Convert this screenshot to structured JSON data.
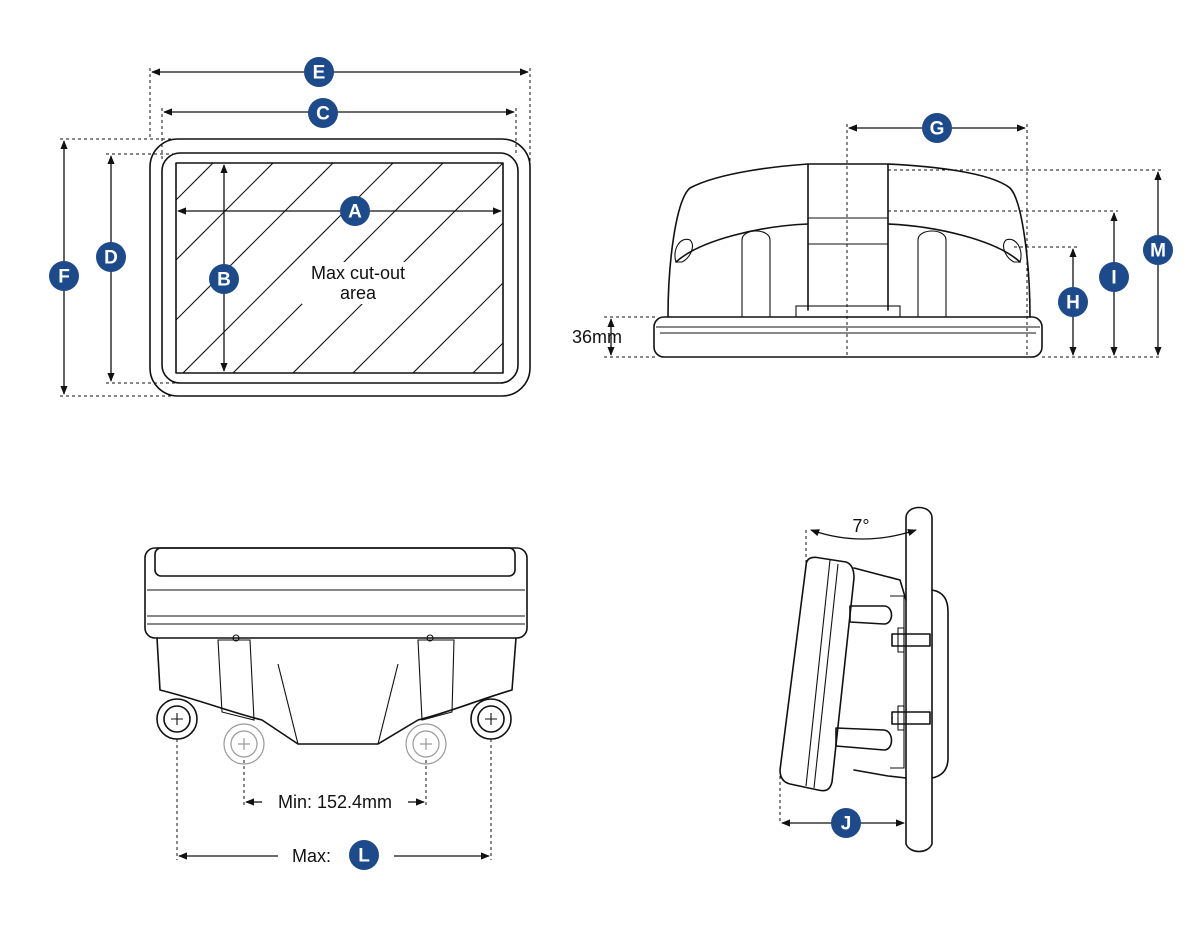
{
  "colors": {
    "badge": "#1d4a8a",
    "line": "#111111",
    "ghost": "#9a9a9a"
  },
  "badges": {
    "A": "A",
    "B": "B",
    "C": "C",
    "D": "D",
    "E": "E",
    "F": "F",
    "G": "G",
    "H": "H",
    "I": "I",
    "J": "J",
    "L": "L",
    "M": "M"
  },
  "labels": {
    "cutout_line1": "Max cut-out",
    "cutout_line2": "area",
    "height_36": "36mm",
    "angle": "7°",
    "min_spacing": "Min: 152.4mm",
    "max_spacing": "Max:"
  }
}
